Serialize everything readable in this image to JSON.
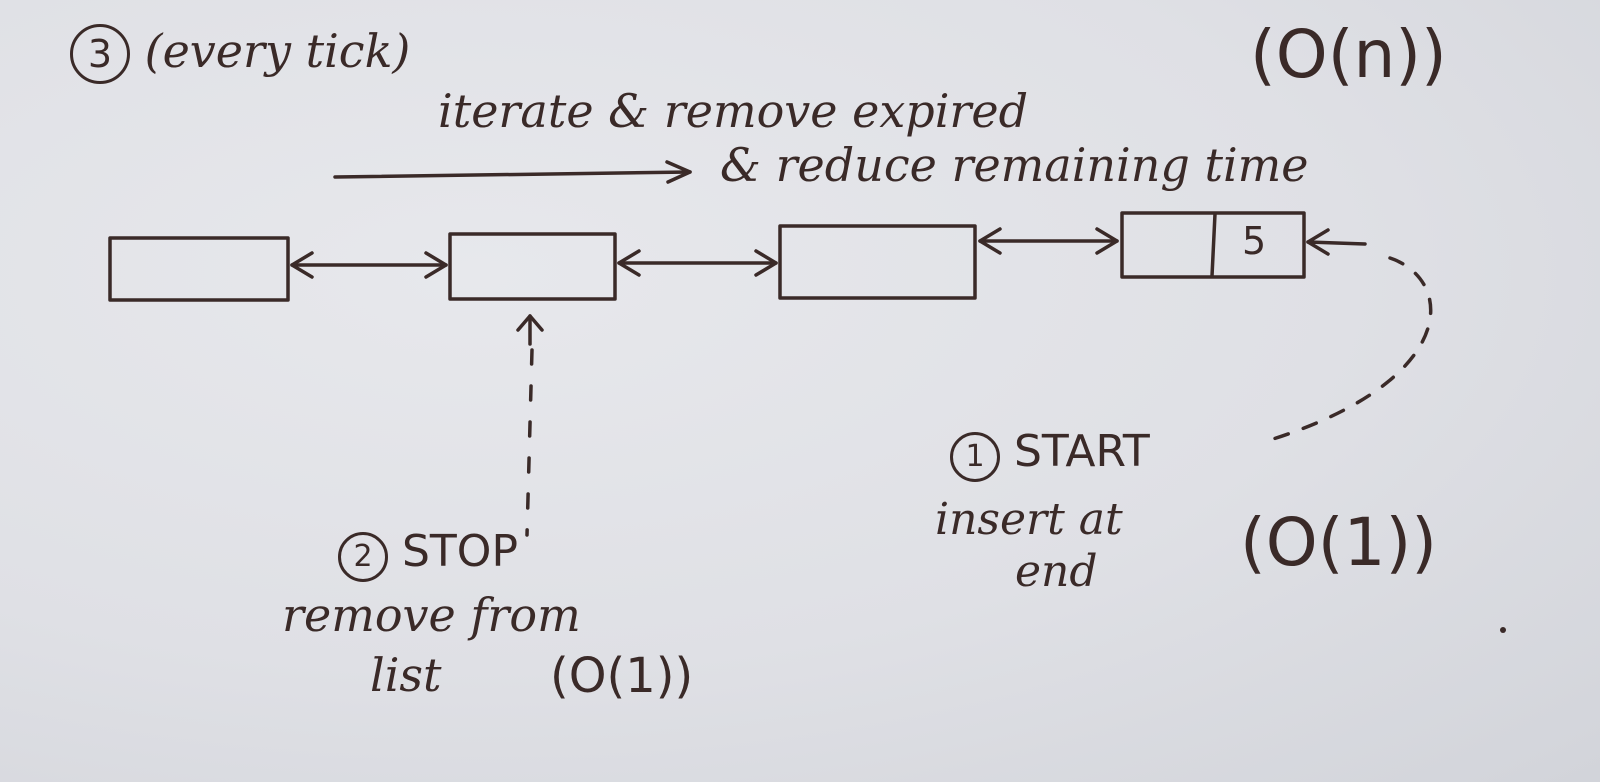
{
  "colors": {
    "ink": "#3a2a28",
    "paper": "#e3e4e8"
  },
  "step3": {
    "number": "3",
    "label": "(every tick)",
    "action_line1": "iterate & remove expired",
    "action_line2": "& reduce remaining time",
    "complexity": "(O(n))"
  },
  "list": {
    "node_count": 4,
    "last_node_value": "5"
  },
  "step1": {
    "number": "1",
    "label": "START",
    "action_line1": "insert at",
    "action_line2": "end",
    "complexity": "(O(1))"
  },
  "step2": {
    "number": "2",
    "label": "STOP",
    "action_line1": "remove from",
    "action_line2": "list",
    "complexity": "(O(1))"
  }
}
